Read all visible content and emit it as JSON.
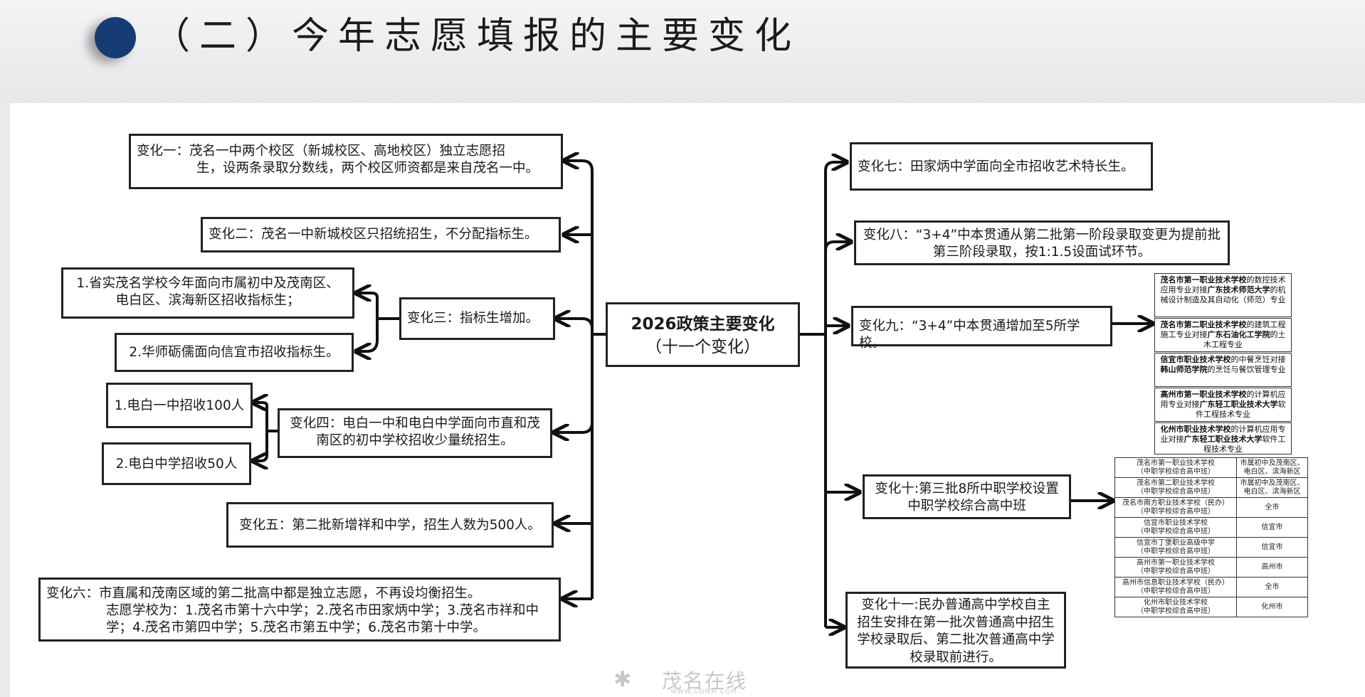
{
  "title": "（二）今年志愿填报的主要变化",
  "center": {
    "line1": "2026政策主要变化",
    "line2": "（十一个变化）"
  },
  "left": {
    "c1_a": "变化一：茂名一中两个校区（新城校区、高地校区）独立志愿招",
    "c1_b": "生，设两条录取分数线，两个校区师资都是来自茂名一中。",
    "c2": "变化二：茂名一中新城校区只招统招生，不分配指标生。",
    "c3": "变化三：指标生增加。",
    "c3_sub1_a": "1.省实茂名学校今年面向市属初中及茂南区、",
    "c3_sub1_b": "电白区、滨海新区招收指标生；",
    "c3_sub2": "2.华师砺儒面向信宜市招收指标生。",
    "c4_a": "变化四：电白一中和电白中学面向市直和茂",
    "c4_b": "南区的初中学校招收少量统招生。",
    "c4_sub1": "1.电白一中招收100人",
    "c4_sub2": "2.电白中学招收50人",
    "c5": "变化五：第二批新增祥和中学，招生人数为500人。",
    "c6_a": "变化六：市直属和茂南区域的第二批高中都是独立志愿，不再设均衡招生。",
    "c6_b": "志愿学校为：1.茂名市第十六中学；2.茂名市田家炳中学；3.茂名市祥和中",
    "c6_c": "学；4.茂名市第四中学；5.茂名市第五中学；6.茂名市第十中学。"
  },
  "right": {
    "c7": "变化七：田家炳中学面向全市招收艺术特长生。",
    "c8_a": "变化八：“3+4”中本贯通从第二批第一阶段录取变更为提前批",
    "c8_b": "第三阶段录取，按1:1.5设面试环节。",
    "c9": "变化九：“3+4”中本贯通增加至5所学校。",
    "c9_list": [
      {
        "school": "茂名市第一职业技术学校",
        "mid": "的数控技术应用专业对接",
        "univ": "广东技术师范大学",
        "end": "的机械设计制造及其自动化（师范）专业"
      },
      {
        "school": "茂名市第二职业技术学校",
        "mid": "的建筑工程施工专业对接",
        "univ": "广东石油化工学院",
        "end": "的土木工程专业"
      },
      {
        "school": "信宜市职业技术学校",
        "mid": "的中餐烹饪对接",
        "univ": "韩山师范学院",
        "end": "的烹饪与餐饮管理专业"
      },
      {
        "school": "高州市第一职业技术学校",
        "mid": "的计算机应用专业对接",
        "univ": "广东轻工职业技术大学",
        "end": "软件工程技术专业"
      },
      {
        "school": "化州市职业技术学校",
        "mid": "的计算机应用专业对接",
        "univ": "广东轻工职业技术大学",
        "end": "软件工程技术专业"
      }
    ],
    "c10_a": "变化十:第三批8所中职学校设置",
    "c10_b": "中职学校综合高中班",
    "c10_table": [
      {
        "school": "茂名市第一职业技术学校",
        "note": "（中职学校综合高中班）",
        "area": "市属初中及茂南区、电白区、滨海新区"
      },
      {
        "school": "茂名市第二职业技术学校",
        "note": "（中职学校综合高中班）",
        "area": "市属初中及茂南区、电白区、滨海新区"
      },
      {
        "school": "茂名市南方职业技术学校（民办）",
        "note": "（中职学校综合高中班）",
        "area": "全市"
      },
      {
        "school": "信宜市职业技术学校",
        "note": "（中职学校综合高中班）",
        "area": "信宜市"
      },
      {
        "school": "信宜市丁堡职业高级中学",
        "note": "（中职学校综合高中班）",
        "area": "信宜市"
      },
      {
        "school": "高州市第一职业技术学校",
        "note": "（中职学校综合高中班）",
        "area": "高州市"
      },
      {
        "school": "高州市信息职业技术学校（民办）",
        "note": "（中职学校综合高中班）",
        "area": "全市"
      },
      {
        "school": "化州市职业技术学校",
        "note": "（中职学校综合高中班）",
        "area": "化州市"
      }
    ],
    "c11_a": "变化十一:民办普通高中学校自主",
    "c11_b": "招生安排在第一批次普通高中招生",
    "c11_c": "学校录取后、第二批次普通高中学",
    "c11_d": "校录取前进行。"
  },
  "watermark": {
    "text": "茂名在线",
    "url": "WWW.GDMM.COM"
  },
  "colors": {
    "dot": "#173c73",
    "line": "#111111"
  }
}
